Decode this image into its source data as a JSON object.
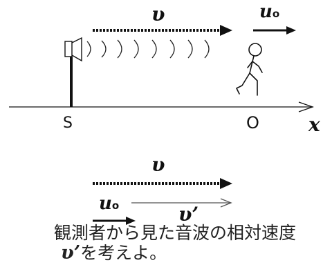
{
  "labels": {
    "v_top": "υ",
    "u_top": "u",
    "u_top_sub": "o",
    "source": "S",
    "observer": "O",
    "x_axis": "x",
    "v_bottom": "υ",
    "u_bottom": "u",
    "u_bottom_sub": "o",
    "v_prime": "υ’"
  },
  "caption": {
    "line1": "観測者から見た音波の相対速度",
    "line2_var": "υ’",
    "line2_text": "を考えよ。"
  },
  "colors": {
    "ink": "#111111",
    "arrow_gray": "#555555"
  }
}
